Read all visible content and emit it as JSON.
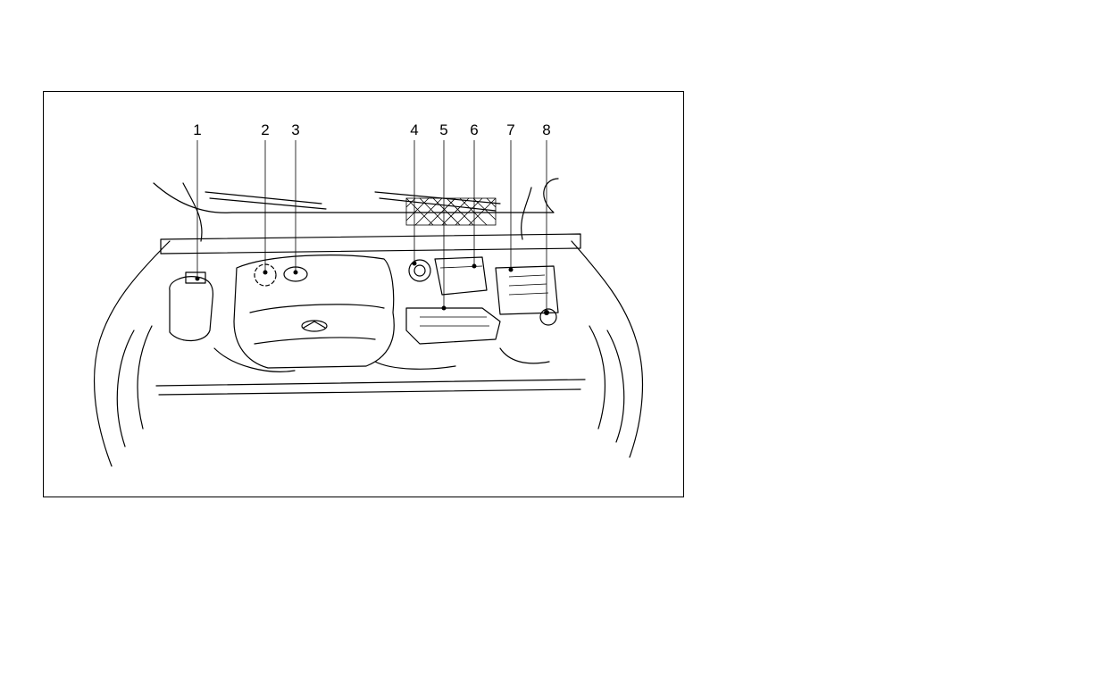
{
  "figure": {
    "callouts": [
      {
        "label": "1"
      },
      {
        "label": "2"
      },
      {
        "label": "3"
      },
      {
        "label": "4"
      },
      {
        "label": "5"
      },
      {
        "label": "6"
      },
      {
        "label": "7"
      },
      {
        "label": "8"
      }
    ]
  },
  "colors": {
    "line": "#000000",
    "background": "#ffffff"
  }
}
